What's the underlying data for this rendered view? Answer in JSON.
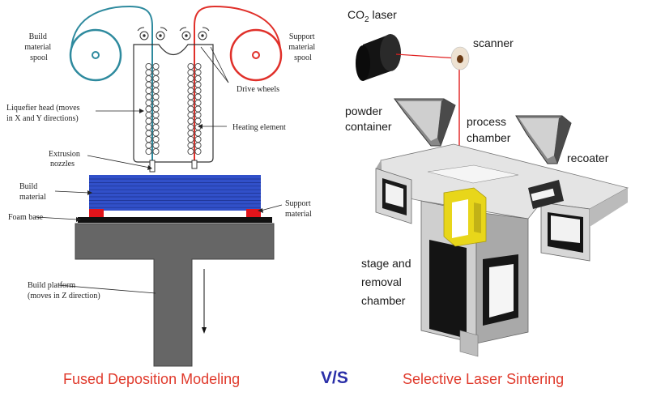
{
  "fdm": {
    "build_material_spool": [
      "Build",
      "material",
      "spool"
    ],
    "support_material_spool": [
      "Support",
      "material",
      "spool"
    ],
    "drive_wheels": "Drive wheels",
    "liquefier_head": [
      "Liquefier head (moves",
      "in X and Y directions)"
    ],
    "heating_element": "Heating element",
    "extrusion_nozzles": [
      "Extrusion",
      "nozzles"
    ],
    "build_material": [
      "Build",
      "material"
    ],
    "support_material": [
      "Support",
      "material"
    ],
    "foam_base": "Foam base",
    "build_platform": [
      "Build platform",
      "(moves in Z direction)"
    ]
  },
  "sls": {
    "co2_laser_prefix": "CO",
    "co2_laser_sub": "2",
    "co2_laser_suffix": " laser",
    "scanner": "scanner",
    "powder_container": [
      "powder",
      "container"
    ],
    "process_chamber": [
      "process",
      "chamber"
    ],
    "recoater": "recoater",
    "stage_chamber": [
      "stage and",
      "removal",
      "chamber"
    ]
  },
  "captions": {
    "left": "Fused Deposition Modeling",
    "vs": "V/S",
    "right": "Selective Laser Sintering"
  },
  "colors": {
    "build_spool": "#2e8a9e",
    "support_spool": "#e0302a",
    "build_layers": "#3150c9",
    "support_blocks": "#e0141b",
    "platform": "#666666",
    "laser_beam": "#e02020",
    "part": "#e8d61a"
  }
}
